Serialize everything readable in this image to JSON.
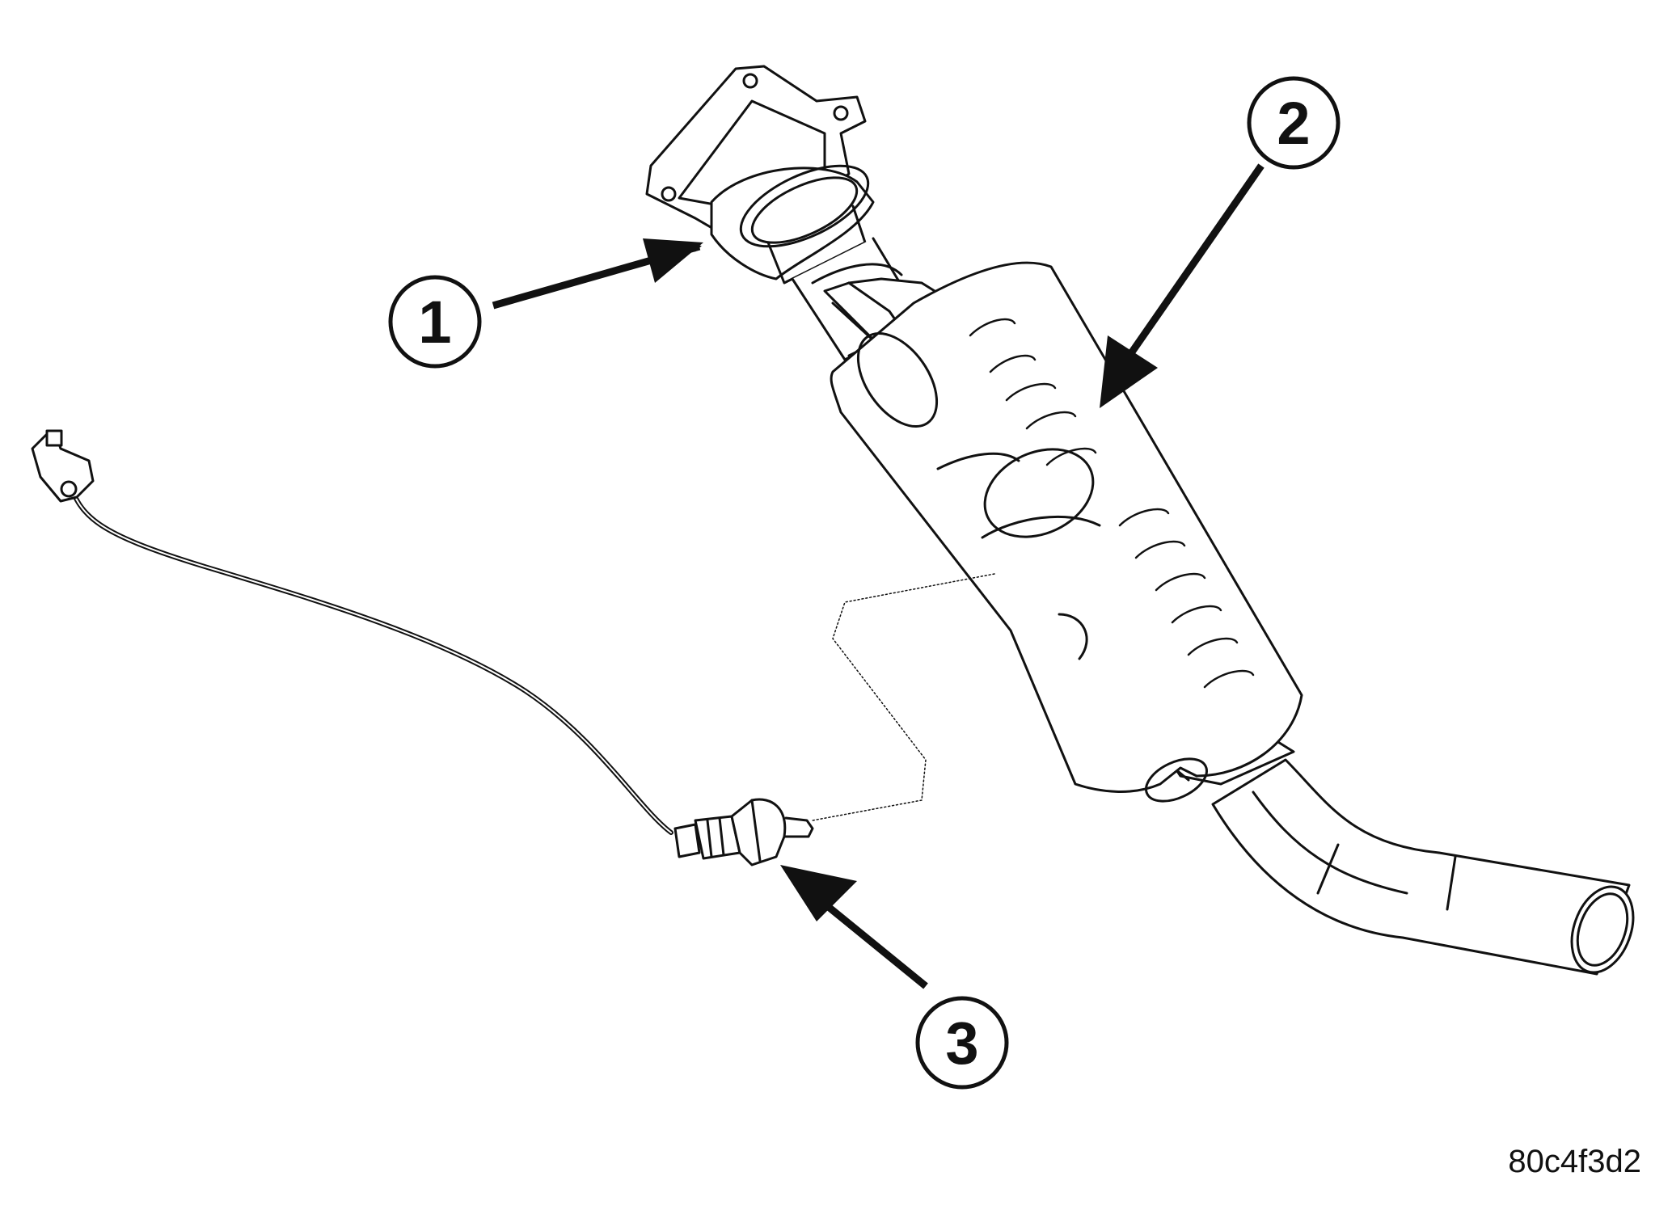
{
  "callouts": [
    {
      "number": "1"
    },
    {
      "number": "2"
    },
    {
      "number": "3"
    }
  ],
  "figure_code": "80c4f3d2",
  "colors": {
    "ink": "#111111",
    "paper": "#ffffff"
  }
}
